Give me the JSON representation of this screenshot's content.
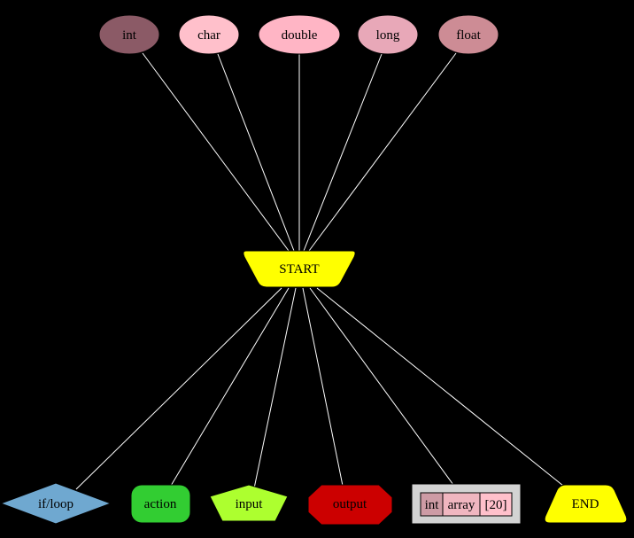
{
  "diagram": {
    "background": "#000000",
    "edge_color": "#ffffff",
    "top_nodes": [
      {
        "id": "int",
        "label": "int",
        "fill": "#8b5a66"
      },
      {
        "id": "char",
        "label": "char",
        "fill": "#ffc0cb"
      },
      {
        "id": "double",
        "label": "double",
        "fill": "#ffb5c5"
      },
      {
        "id": "long",
        "label": "long",
        "fill": "#e8a8b8"
      },
      {
        "id": "float",
        "label": "float",
        "fill": "#cd8c95"
      }
    ],
    "start": {
      "label": "START",
      "fill": "#ffff00"
    },
    "bottom_nodes": [
      {
        "id": "if-loop",
        "label": "if/loop",
        "shape": "diamond",
        "fill": "#6fa8d0"
      },
      {
        "id": "action",
        "label": "action",
        "shape": "rounded-rect",
        "fill": "#32cd32"
      },
      {
        "id": "input",
        "label": "input",
        "shape": "pentagon",
        "fill": "#adff2f"
      },
      {
        "id": "output",
        "label": "output",
        "shape": "octagon",
        "fill": "#cc0000"
      },
      {
        "id": "array",
        "label": "",
        "shape": "record",
        "fill": "#d3d3d3",
        "fields": [
          {
            "label": "int",
            "fill": "#cd9ba5"
          },
          {
            "label": "array",
            "fill": "#f0b6c0"
          },
          {
            "label": "[20]",
            "fill": "#ffc0cb"
          }
        ]
      },
      {
        "id": "end",
        "label": "END",
        "shape": "trapezium",
        "fill": "#ffff00"
      }
    ]
  }
}
